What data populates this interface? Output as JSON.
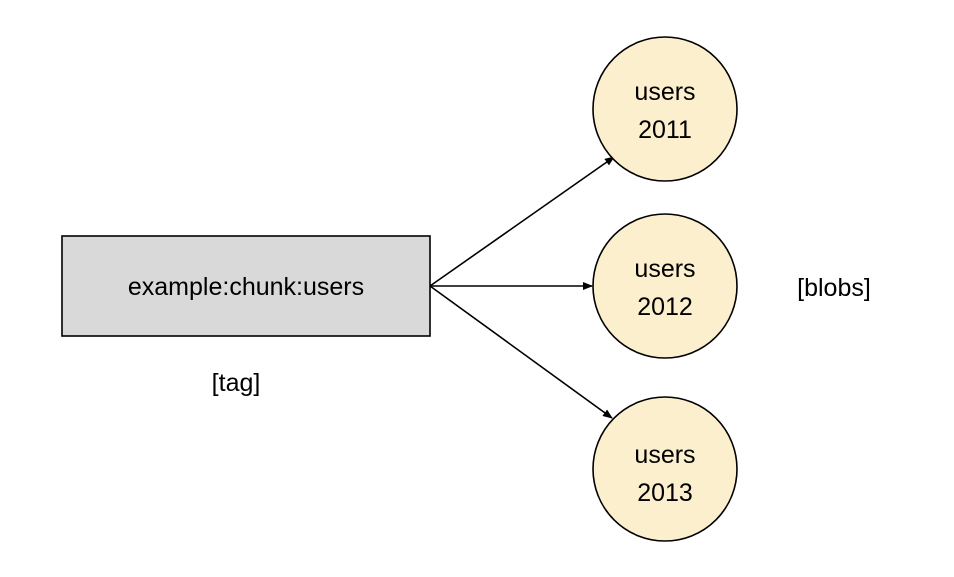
{
  "colors": {
    "tag_fill": "#d9d9d9",
    "blob_fill": "#fcefce",
    "stroke": "#000000"
  },
  "tag": {
    "name": "example:chunk:users",
    "caption": "[tag]"
  },
  "blobs_caption": "[blobs]",
  "blobs": [
    {
      "line1": "users",
      "line2": "2011"
    },
    {
      "line1": "users",
      "line2": "2012"
    },
    {
      "line1": "users",
      "line2": "2013"
    }
  ]
}
